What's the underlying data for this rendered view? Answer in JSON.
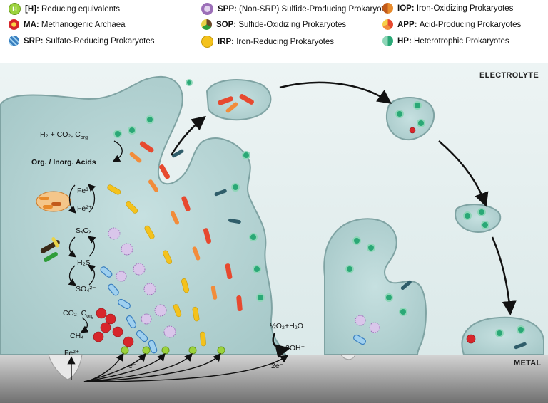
{
  "legend": [
    {
      "abbr": "[H]:",
      "text": "Reducing equivalents",
      "icon": "h-reducing-equivalent-icon",
      "color": "#9bd23c",
      "badge": "H"
    },
    {
      "abbr": "MA:",
      "text": "Methanogenic Archaea",
      "icon": "methanogenic-archaea-icon",
      "color": "#d7262b"
    },
    {
      "abbr": "SRP:",
      "text": "Sulfate-Reducing Prokaryotes",
      "icon": "srp-icon",
      "color": "#3a7fbf"
    },
    {
      "abbr": "SPP:",
      "text": "(Non-SRP) Sulfide-Producing Prokaryotes",
      "icon": "spp-icon",
      "color": "#9c6fb8"
    },
    {
      "abbr": "SOP:",
      "text": "Sulfide-Oxidizing Prokaryotes",
      "icon": "sop-icon",
      "color": "#6b4a2a"
    },
    {
      "abbr": "IRP:",
      "text": "Iron-Reducing Prokaryotes",
      "icon": "irp-icon",
      "color": "#f4c21c"
    },
    {
      "abbr": "IOP:",
      "text": "Iron-Oxidizing Prokaryotes",
      "icon": "iop-icon",
      "color": "#e88a2a"
    },
    {
      "abbr": "APP:",
      "text": "Acid-Producing Prokaryotes",
      "icon": "app-icon",
      "color": "#e7492f"
    },
    {
      "abbr": "HP:",
      "text": "Heterotrophic Prokaryotes",
      "icon": "hp-icon",
      "color": "#2aa876"
    }
  ],
  "labels": {
    "electrolyte": "ELECTROLYTE",
    "metal": "METAL",
    "h2_co2": "H₂ + CO₂, C",
    "h2_co2_sub": "org",
    "acids": "Org. / Inorg. Acids",
    "fe3": "Fe³⁺",
    "fe2": "Fe²⁺",
    "sxox": "SₓOₓ",
    "h2s": "H₂S",
    "so4": "SO₄²⁻",
    "co2corg": "CO₂, C",
    "co2corg_sub": "org",
    "ch4": "CH₄",
    "o2h2o": "½O₂+H₂O",
    "oh": "2OH⁻",
    "e1": "e⁻",
    "e2": "2e⁻",
    "fe2_metal": "Fe²⁺",
    "h": "H"
  },
  "colors": {
    "biofilm": "#b4d4d4",
    "biofilm_edge": "#7fa3a3",
    "metal_top": "#c9c9c9",
    "metal_bottom": "#7d7d7d",
    "background": "#e6f0f0"
  }
}
